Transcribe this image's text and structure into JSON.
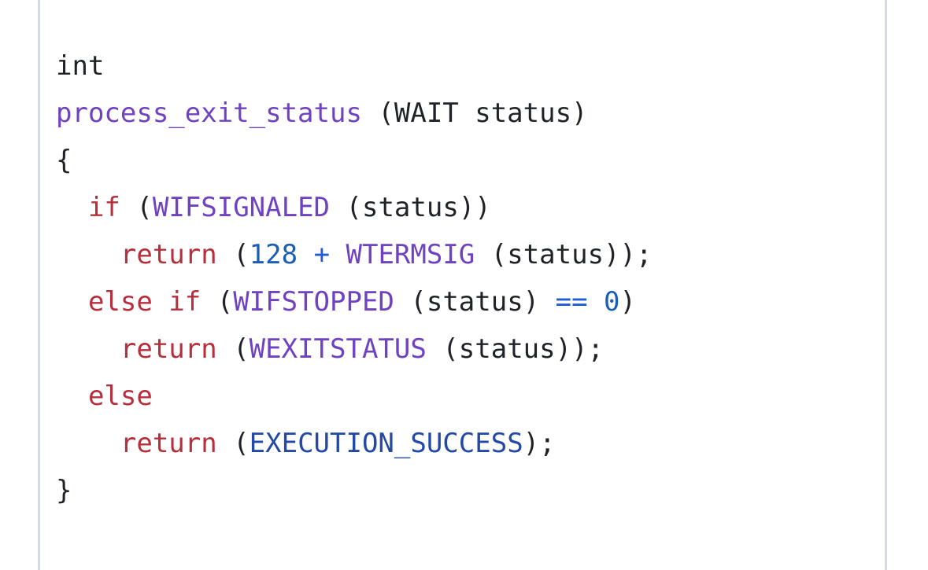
{
  "code_lines": [
    [
      {
        "text": "int",
        "kind": "plain"
      }
    ],
    [
      {
        "text": "process_exit_status",
        "kind": "fn"
      },
      {
        "text": " (WAIT status)",
        "kind": "plain"
      }
    ],
    [
      {
        "text": "{",
        "kind": "plain"
      }
    ],
    [
      {
        "text": "  ",
        "kind": "plain"
      },
      {
        "text": "if",
        "kind": "kw"
      },
      {
        "text": " (",
        "kind": "plain"
      },
      {
        "text": "WIFSIGNALED",
        "kind": "fn"
      },
      {
        "text": " (status))",
        "kind": "plain"
      }
    ],
    [
      {
        "text": "    ",
        "kind": "plain"
      },
      {
        "text": "return",
        "kind": "kw"
      },
      {
        "text": " (",
        "kind": "plain"
      },
      {
        "text": "128",
        "kind": "num"
      },
      {
        "text": " + ",
        "kind": "op"
      },
      {
        "text": "WTERMSIG",
        "kind": "fn"
      },
      {
        "text": " (status));",
        "kind": "plain"
      }
    ],
    [
      {
        "text": "  ",
        "kind": "plain"
      },
      {
        "text": "else if",
        "kind": "kw"
      },
      {
        "text": " (",
        "kind": "plain"
      },
      {
        "text": "WIFSTOPPED",
        "kind": "fn"
      },
      {
        "text": " (status) ",
        "kind": "plain"
      },
      {
        "text": "==",
        "kind": "op"
      },
      {
        "text": " ",
        "kind": "plain"
      },
      {
        "text": "0",
        "kind": "num"
      },
      {
        "text": ")",
        "kind": "plain"
      }
    ],
    [
      {
        "text": "    ",
        "kind": "plain"
      },
      {
        "text": "return",
        "kind": "kw"
      },
      {
        "text": " (",
        "kind": "plain"
      },
      {
        "text": "WEXITSTATUS",
        "kind": "fn"
      },
      {
        "text": " (status));",
        "kind": "plain"
      }
    ],
    [
      {
        "text": "  ",
        "kind": "plain"
      },
      {
        "text": "else",
        "kind": "kw"
      }
    ],
    [
      {
        "text": "    ",
        "kind": "plain"
      },
      {
        "text": "return",
        "kind": "kw"
      },
      {
        "text": " (",
        "kind": "plain"
      },
      {
        "text": "EXECUTION_SUCCESS",
        "kind": "const"
      },
      {
        "text": ");",
        "kind": "plain"
      }
    ],
    [
      {
        "text": "}",
        "kind": "plain"
      }
    ]
  ],
  "colors": {
    "plain": "#1f2328",
    "function": "#6f42c1",
    "keyword": "#b72e3c",
    "number": "#1a5fb4",
    "operator": "#1f5bd6",
    "constant": "#2349a6",
    "border": "#d5dae1"
  }
}
